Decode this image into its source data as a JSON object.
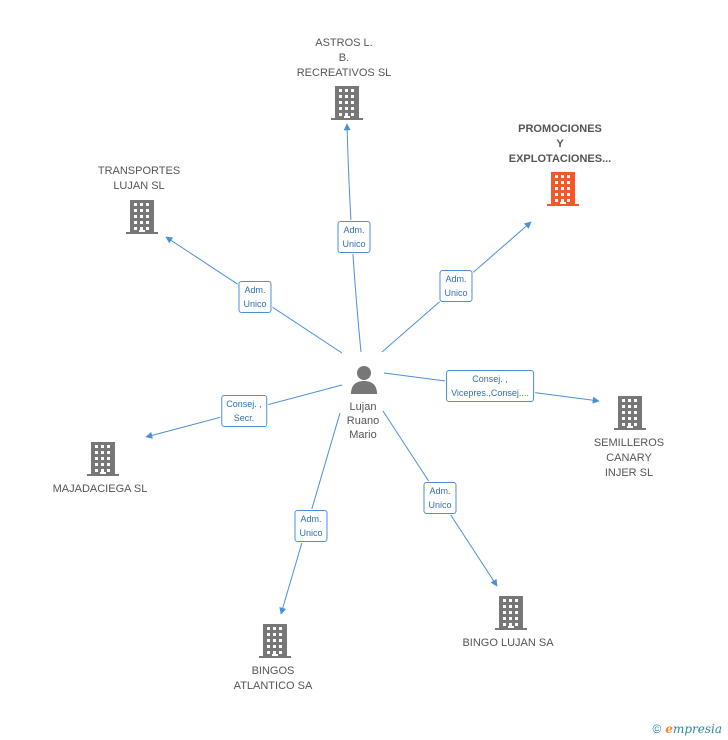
{
  "center": {
    "lines": [
      "Lujan",
      "Ruano",
      "Mario"
    ]
  },
  "nodes": [
    {
      "lines": [
        "ASTROS L.",
        "B.",
        "RECREATIVOS SL"
      ],
      "highlight": false
    },
    {
      "lines": [
        "PROMOCIONES",
        "Y",
        "EXPLOTACIONES..."
      ],
      "highlight": true
    },
    {
      "lines": [
        "TRANSPORTES",
        "LUJAN SL"
      ],
      "highlight": false
    },
    {
      "lines": [
        "SEMILLEROS",
        "CANARY",
        "INJER SL"
      ],
      "highlight": false
    },
    {
      "lines": [
        "MAJADACIEGA SL"
      ],
      "highlight": false
    },
    {
      "lines": [
        "BINGO LUJAN SA"
      ],
      "highlight": false
    },
    {
      "lines": [
        "BINGOS",
        "ATLANTICO SA"
      ],
      "highlight": false
    }
  ],
  "edges": [
    {
      "lines": [
        "Adm.",
        "Unico"
      ]
    },
    {
      "lines": [
        "Adm.",
        "Unico"
      ]
    },
    {
      "lines": [
        "Adm.",
        "Unico"
      ]
    },
    {
      "lines": [
        "Consej. ,",
        "Vicepres.,Consej...."
      ]
    },
    {
      "lines": [
        "Consej. ,",
        "Secr."
      ]
    },
    {
      "lines": [
        "Adm.",
        "Unico"
      ]
    },
    {
      "lines": [
        "Adm.",
        "Unico"
      ]
    }
  ],
  "colors": {
    "edge": "#4a90d9",
    "building": "#777777",
    "highlight": "#f05a28",
    "person": "#777777"
  },
  "footer": {
    "copyright": "©",
    "brand_first": "e",
    "brand_rest": "mpresia"
  }
}
